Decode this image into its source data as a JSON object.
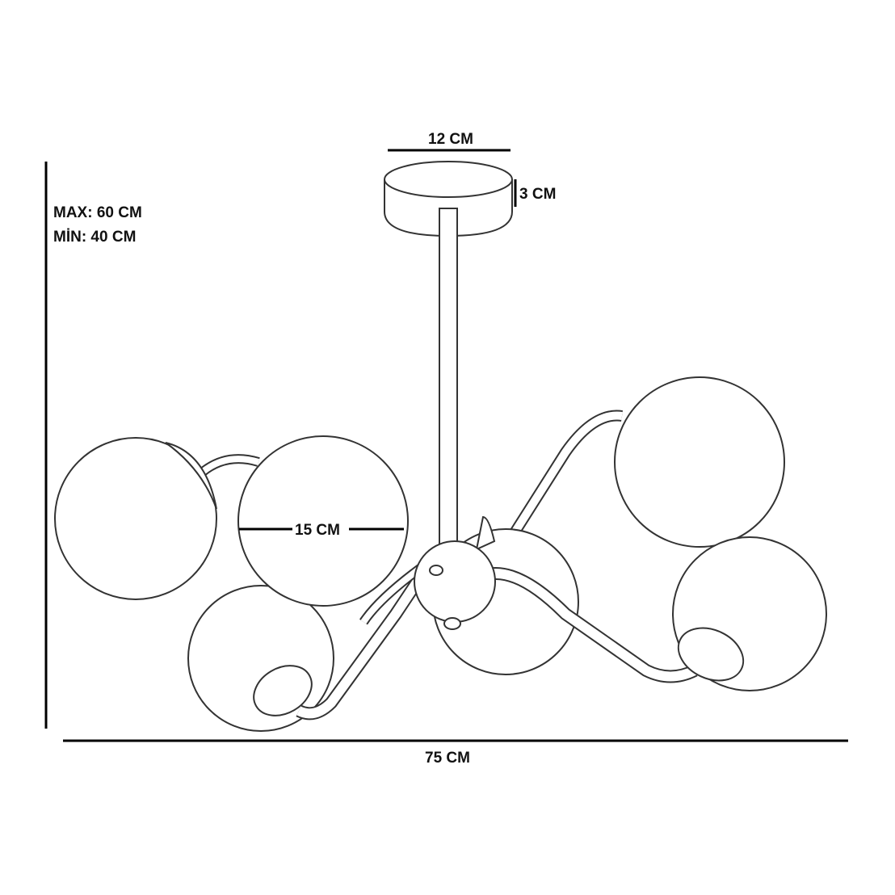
{
  "dimensions": {
    "canopy_width": "12 CM",
    "canopy_height": "3 CM",
    "height_max": "MAX: 60 CM",
    "height_min": "MİN: 40 CM",
    "globe_diameter": "15 CM",
    "total_width": "75 CM"
  },
  "colors": {
    "line": "#222222",
    "background": "#ffffff"
  }
}
